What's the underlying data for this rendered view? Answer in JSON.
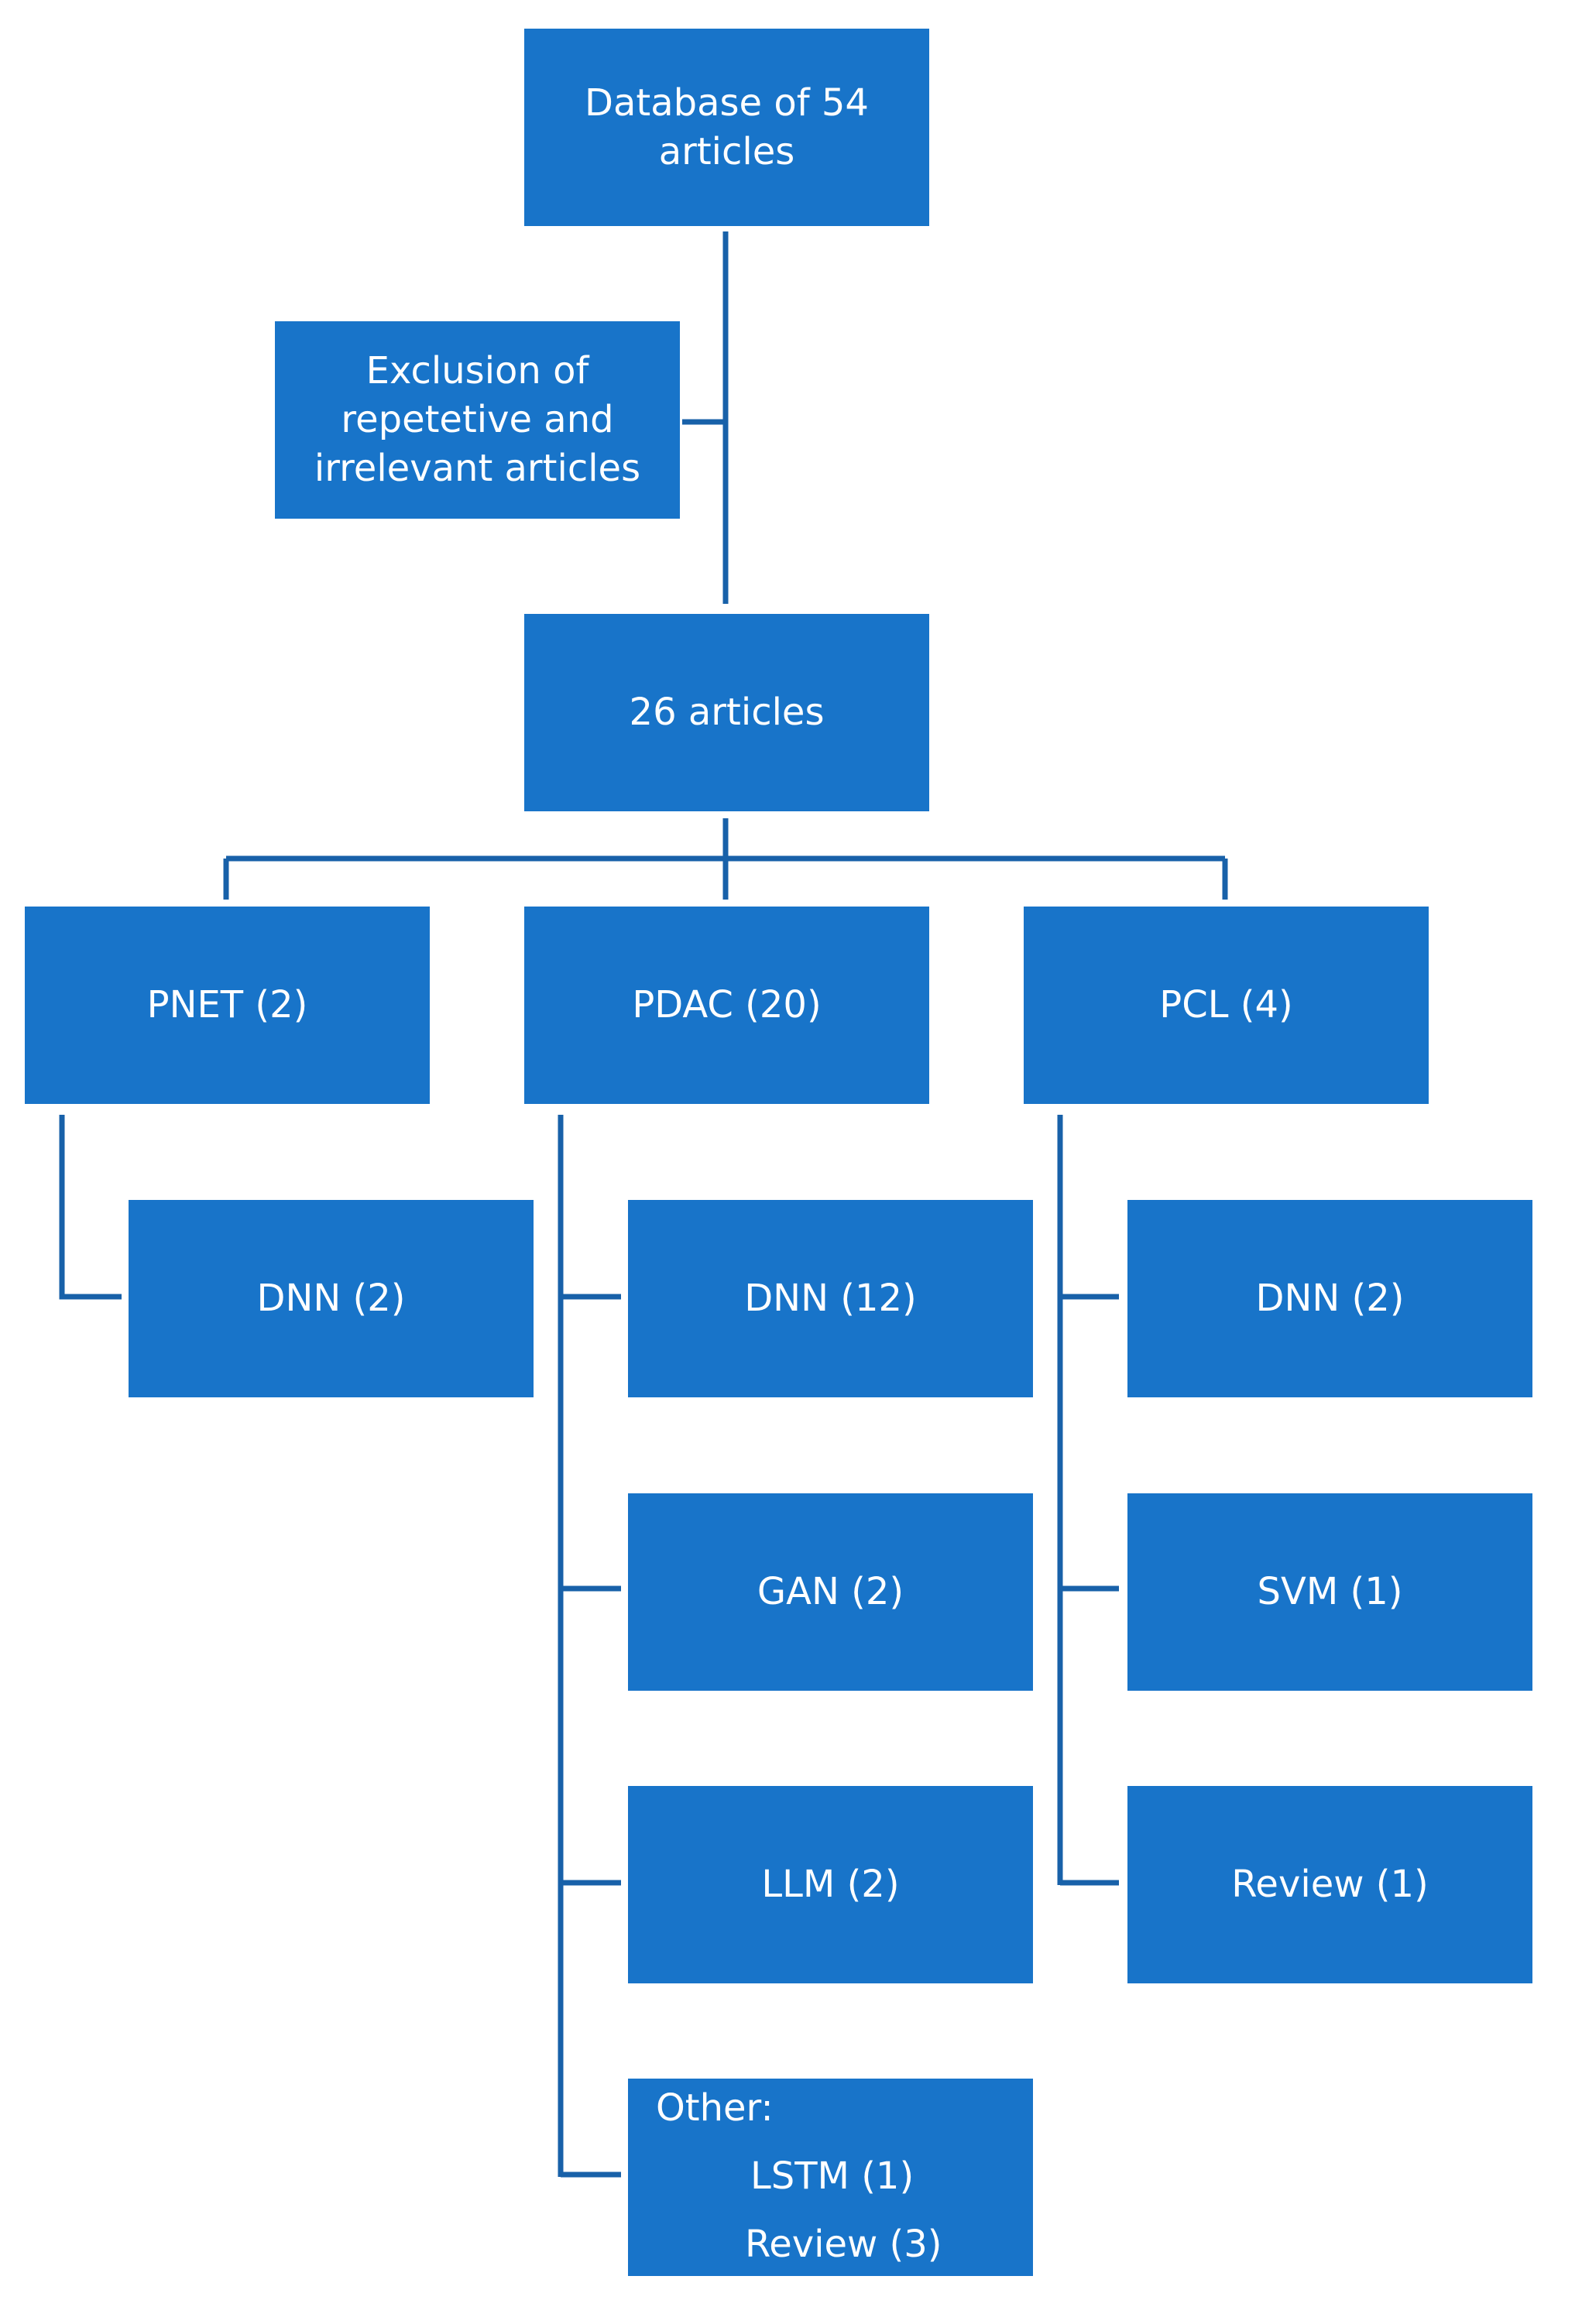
{
  "nodes": {
    "database": "Database of 54 articles",
    "exclusion": "Exclusion of repetetive and irrelevant articles",
    "articles26": "26 articles",
    "pnet": "PNET (2)",
    "pdac": "PDAC (20)",
    "pcl": "PCL (4)",
    "pnet_dnn": "DNN (2)",
    "pdac_dnn": "DNN (12)",
    "pdac_gan": "GAN (2)",
    "pdac_llm": "LLM (2)",
    "pdac_other": {
      "title": "Other:",
      "lstm": "LSTM (1)",
      "review": "Review (3)"
    },
    "pcl_dnn": "DNN (2)",
    "pcl_svm": "SVM (1)",
    "pcl_review": "Review (1)"
  },
  "colors": {
    "box": "#1874c9",
    "line": "#1861a9",
    "text": "#ffffff"
  }
}
